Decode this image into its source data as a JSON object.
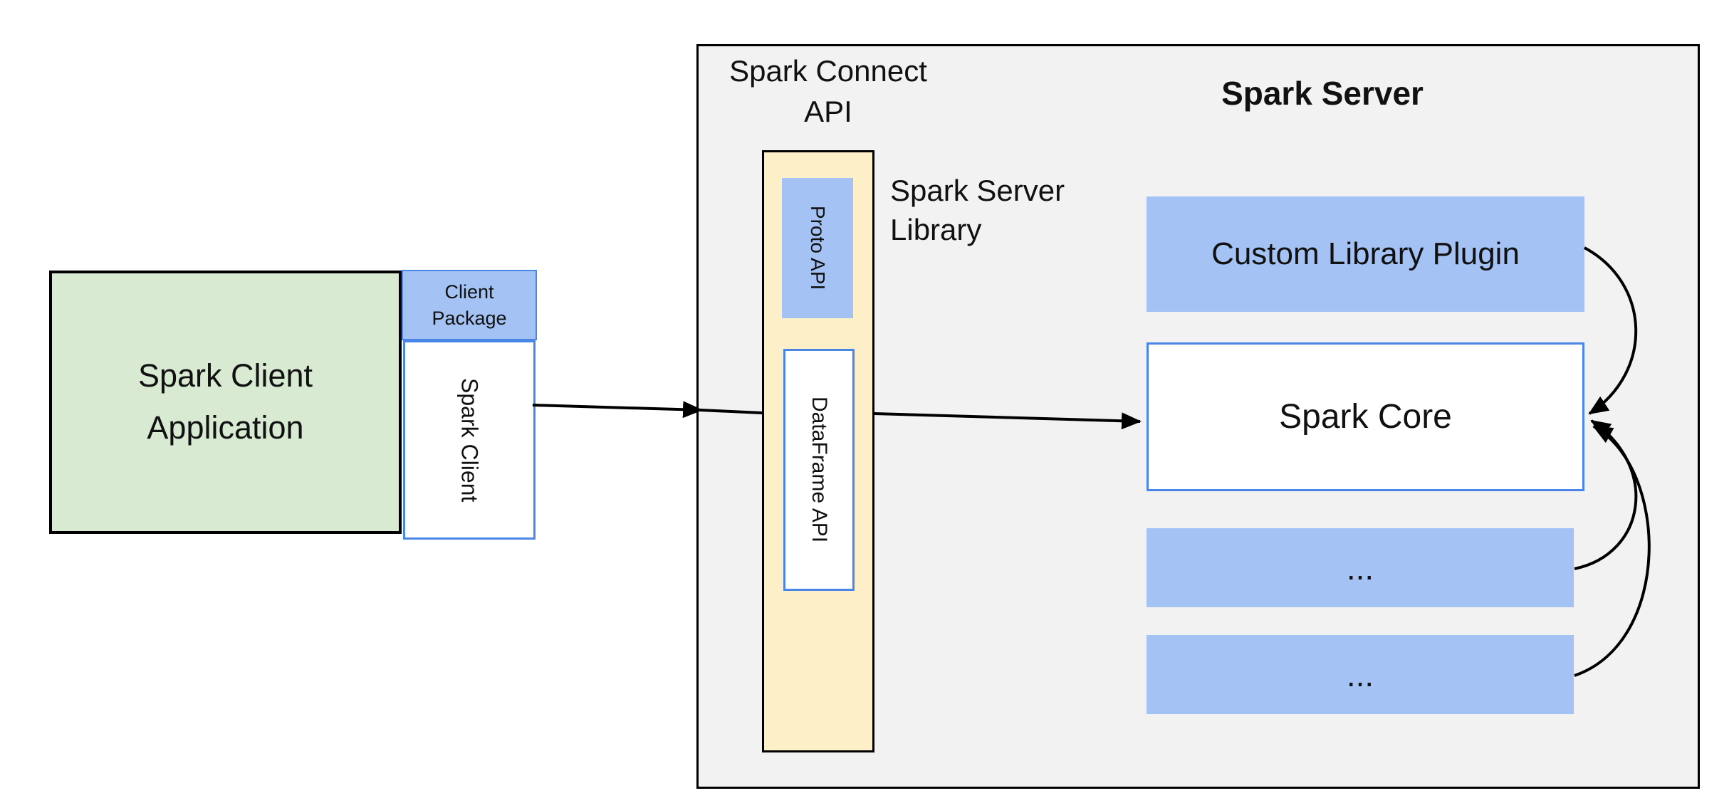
{
  "diagram": {
    "outer_container_labels": {
      "connect_api_title": "Spark Connect\nAPI",
      "server_title": "Spark Server"
    },
    "client": {
      "app_label": "Spark Client\nApplication",
      "package_label": "Client\nPackage",
      "spark_client_label": "Spark Client"
    },
    "server_library": {
      "caption": "Spark Server\nLibrary",
      "proto_api_label": "Proto API",
      "dataframe_api_label": "DataFrame API"
    },
    "server_internals": {
      "plugin_label": "Custom Library Plugin",
      "core_label": "Spark Core",
      "ellipsis_1": "...",
      "ellipsis_2": "..."
    },
    "colors": {
      "container_fill": "#f2f2f3",
      "client_app_fill": "#d9ead3",
      "blue_fill": "#a4c2f4",
      "yellow_fill": "#fdefc8",
      "white_fill": "#ffffff",
      "blue_border": "#4a86e8",
      "black": "#000000"
    }
  }
}
